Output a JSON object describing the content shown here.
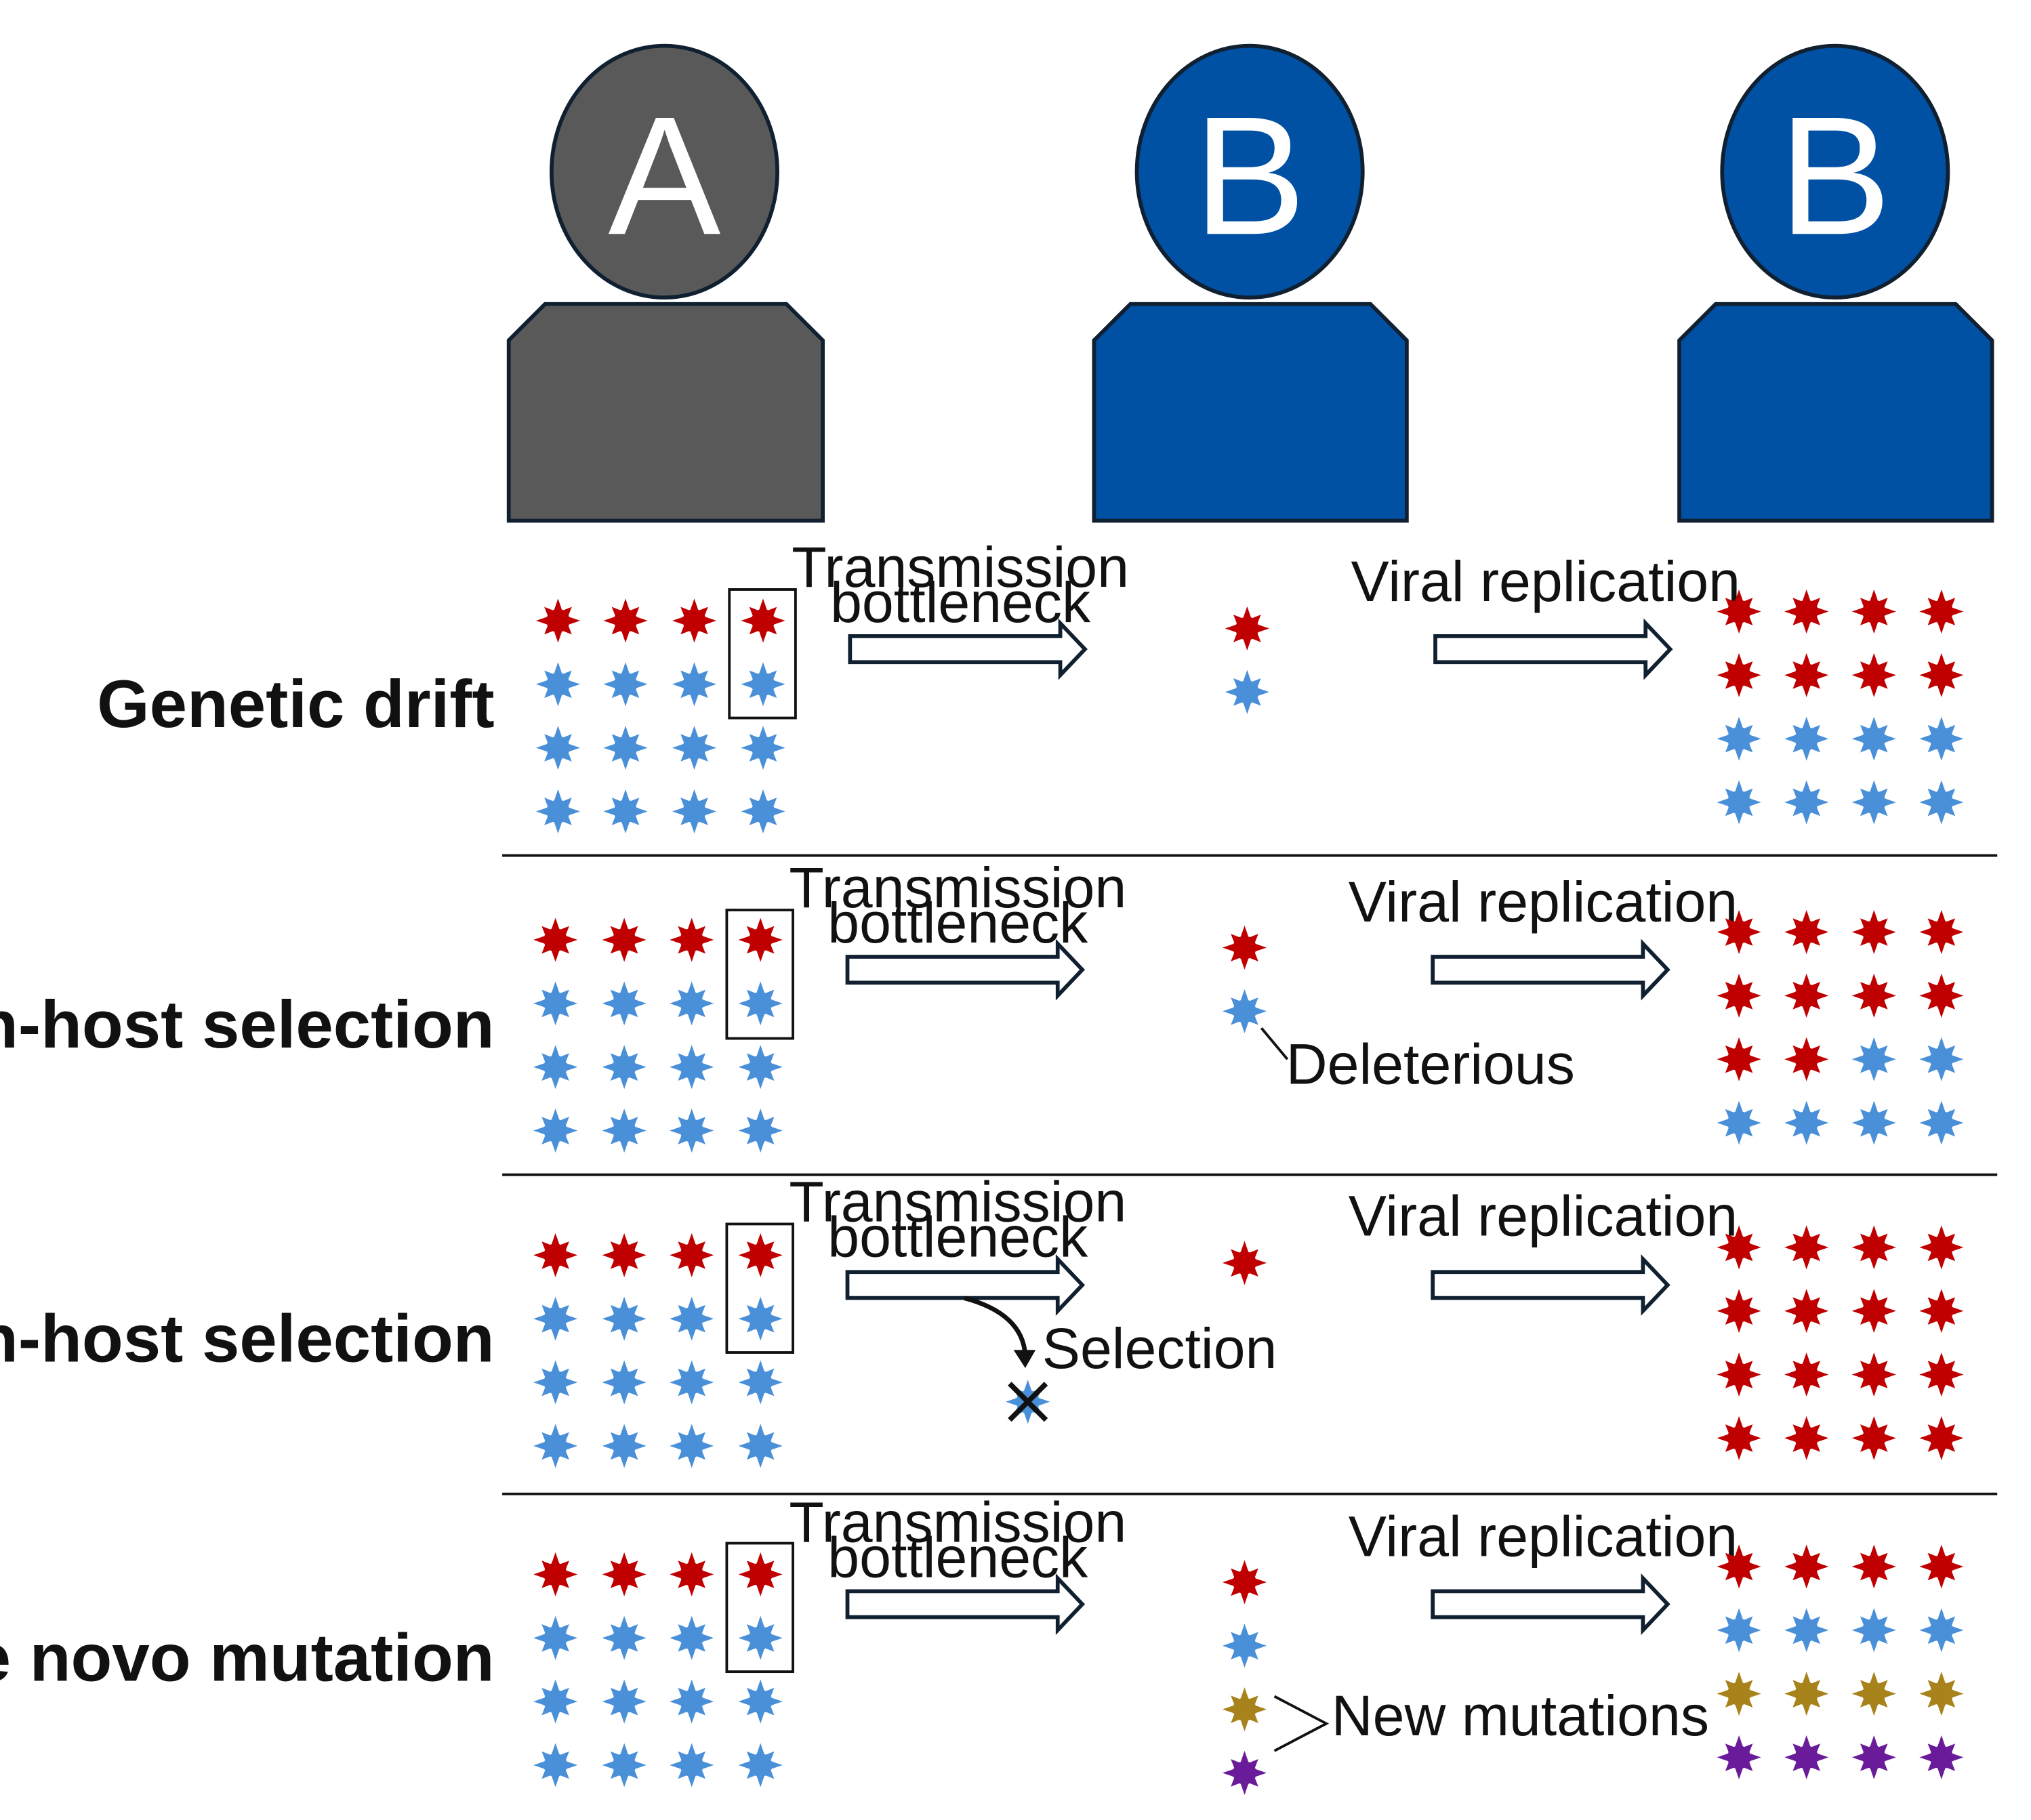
{
  "colors": {
    "host_a": "#595959",
    "host_b": "#0050A4",
    "host_outline": "#102030",
    "variant_red": "#C00000",
    "variant_blue": "#4A90D9",
    "variant_gold": "#A8821A",
    "variant_purple": "#6A1B9A",
    "arrow_outline": "#102030",
    "divider": "#111111"
  },
  "hosts": [
    {
      "letter": "A",
      "color": "host_a"
    },
    {
      "letter": "B",
      "color": "host_b"
    },
    {
      "letter": "B",
      "color": "host_b"
    }
  ],
  "step_labels": {
    "transmission_line1": "Transmission",
    "transmission_line2": "bottleneck",
    "replication": "Viral replication"
  },
  "rows": [
    {
      "label": "Genetic drift",
      "donor": [
        [
          "red",
          "red",
          "red",
          "red"
        ],
        [
          "blue",
          "blue",
          "blue",
          "blue"
        ],
        [
          "blue",
          "blue",
          "blue",
          "blue"
        ],
        [
          "blue",
          "blue",
          "blue",
          "blue"
        ]
      ],
      "transmitted": [
        "red",
        "blue"
      ],
      "recipient": [
        [
          "red",
          "red",
          "red",
          "red"
        ],
        [
          "red",
          "red",
          "red",
          "red"
        ],
        [
          "blue",
          "blue",
          "blue",
          "blue"
        ],
        [
          "blue",
          "blue",
          "blue",
          "blue"
        ]
      ]
    },
    {
      "label": "Within-host selection",
      "donor": [
        [
          "red",
          "red",
          "red",
          "red"
        ],
        [
          "blue",
          "blue",
          "blue",
          "blue"
        ],
        [
          "blue",
          "blue",
          "blue",
          "blue"
        ],
        [
          "blue",
          "blue",
          "blue",
          "blue"
        ]
      ],
      "transmitted": [
        "red",
        "blue"
      ],
      "annotation": "Deleterious",
      "recipient": [
        [
          "red",
          "red",
          "red",
          "red"
        ],
        [
          "red",
          "red",
          "red",
          "red"
        ],
        [
          "red",
          "red",
          "blue",
          "blue"
        ],
        [
          "blue",
          "blue",
          "blue",
          "blue"
        ]
      ]
    },
    {
      "label": "Between-host selection",
      "donor": [
        [
          "red",
          "red",
          "red",
          "red"
        ],
        [
          "blue",
          "blue",
          "blue",
          "blue"
        ],
        [
          "blue",
          "blue",
          "blue",
          "blue"
        ],
        [
          "blue",
          "blue",
          "blue",
          "blue"
        ]
      ],
      "transmitted": [
        "red"
      ],
      "annotation": "Selection",
      "recipient": [
        [
          "red",
          "red",
          "red",
          "red"
        ],
        [
          "red",
          "red",
          "red",
          "red"
        ],
        [
          "red",
          "red",
          "red",
          "red"
        ],
        [
          "red",
          "red",
          "red",
          "red"
        ]
      ]
    },
    {
      "label": "De novo mutation",
      "donor": [
        [
          "red",
          "red",
          "red",
          "red"
        ],
        [
          "blue",
          "blue",
          "blue",
          "blue"
        ],
        [
          "blue",
          "blue",
          "blue",
          "blue"
        ],
        [
          "blue",
          "blue",
          "blue",
          "blue"
        ]
      ],
      "transmitted": [
        "red",
        "blue",
        "gold",
        "purple"
      ],
      "annotation": "New mutations",
      "recipient": [
        [
          "red",
          "red",
          "red",
          "red"
        ],
        [
          "blue",
          "blue",
          "blue",
          "blue"
        ],
        [
          "gold",
          "gold",
          "gold",
          "gold"
        ],
        [
          "purple",
          "purple",
          "purple",
          "purple"
        ]
      ]
    }
  ]
}
